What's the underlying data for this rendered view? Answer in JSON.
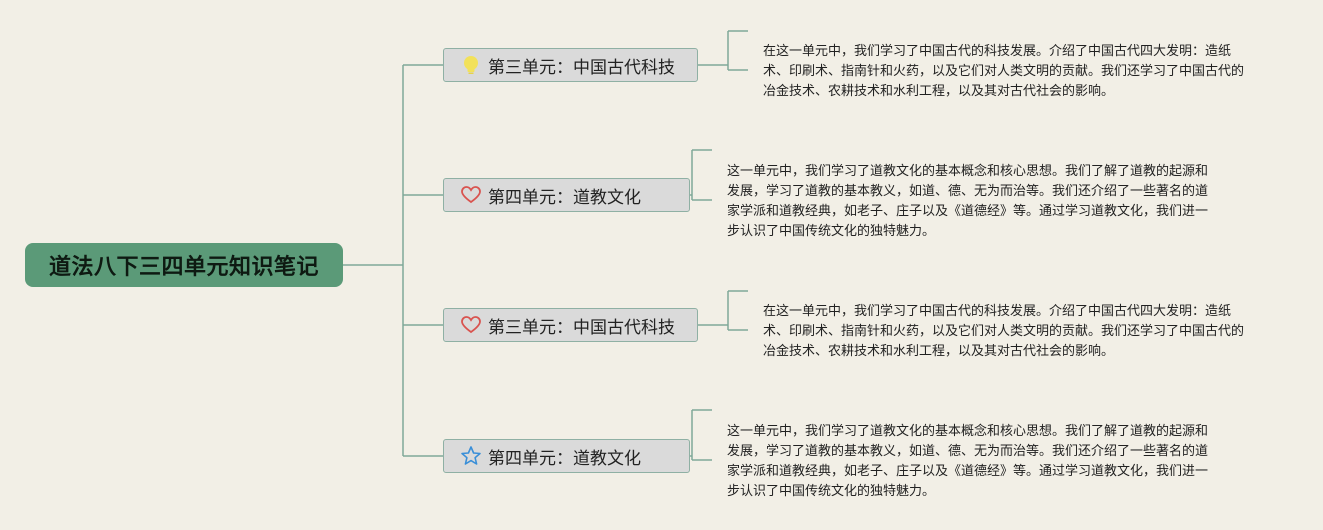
{
  "root": {
    "title": "道法八下三四单元知识笔记"
  },
  "branches": [
    {
      "icon": "lightbulb-icon",
      "label": "第三单元：中国古代科技",
      "note": "在这一单元中，我们学习了中国古代的科技发展。介绍了中国古代四大发明：造纸术、印刷术、指南针和火药，以及它们对人类文明的贡献。我们还学习了中国古代的冶金技术、农耕技术和水利工程，以及其对古代社会的影响。"
    },
    {
      "icon": "heart-icon",
      "label": "第四单元：道教文化",
      "note": "这一单元中，我们学习了道教文化的基本概念和核心思想。我们了解了道教的起源和发展，学习了道教的基本教义，如道、德、无为而治等。我们还介绍了一些著名的道家学派和道教经典，如老子、庄子以及《道德经》等。通过学习道教文化，我们进一步认识了中国传统文化的独特魅力。"
    },
    {
      "icon": "heart-icon",
      "label": "第三单元：中国古代科技",
      "note": "在这一单元中，我们学习了中国古代的科技发展。介绍了中国古代四大发明：造纸术、印刷术、指南针和火药，以及它们对人类文明的贡献。我们还学习了中国古代的冶金技术、农耕技术和水利工程，以及其对古代社会的影响。"
    },
    {
      "icon": "star-icon",
      "label": "第四单元：道教文化",
      "note": "这一单元中，我们学习了道教文化的基本概念和核心思想。我们了解了道教的起源和发展，学习了道教的基本教义，如道、德、无为而治等。我们还介绍了一些著名的道家学派和道教经典，如老子、庄子以及《道德经》等。通过学习道教文化，我们进一步认识了中国传统文化的独特魅力。"
    }
  ],
  "colors": {
    "line": "#7fa898",
    "root_fill": "#5b9a78",
    "branch_fill": "#dadada",
    "lightbulb": "#f2e15a",
    "heart": "#d9534f",
    "star": "#3a8fd8"
  }
}
